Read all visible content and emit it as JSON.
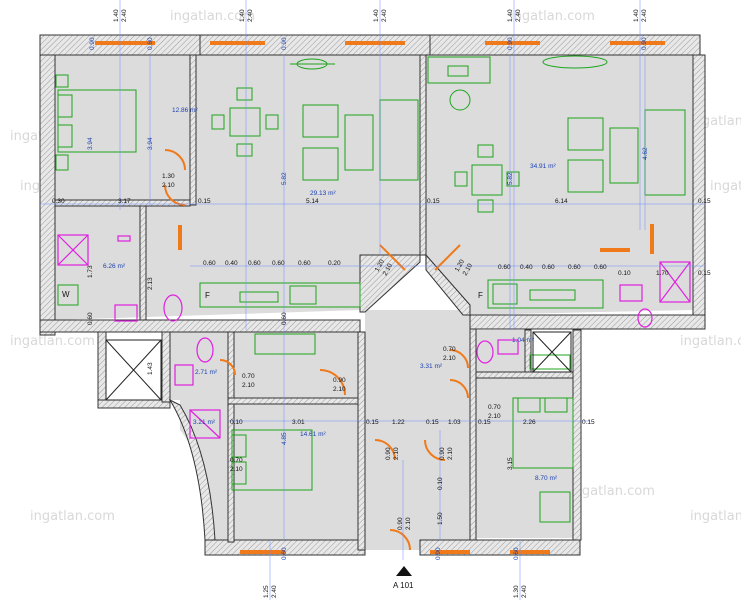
{
  "watermark": "ingatlan.com",
  "section_label": "A 101",
  "areas": {
    "bedroom_nw": "12.86 m²",
    "living_center": "29.13 m²",
    "living_east": "34.91 m²",
    "bath_west": "6.26 m²",
    "wc_small": "2.71 m²",
    "bedroom_sw": "14.61 m²",
    "bedroom_se": "8.70 m²",
    "corridor_small": "1.04 m²",
    "corner_room": "3.31 m²",
    "corridor_mid": "3.21 m²"
  },
  "top_dims": [
    {
      "a": "1.40",
      "b": "2.40"
    },
    {
      "a": "1.40",
      "b": "2.40"
    },
    {
      "a": "1.40",
      "b": "2.40"
    },
    {
      "a": "1.40",
      "b": "2.40"
    },
    {
      "a": "1.40",
      "b": "2.40"
    }
  ],
  "bottom_dims": [
    {
      "a": "1.25",
      "b": "2.40"
    },
    {
      "a": "1.30",
      "b": "2.40"
    }
  ],
  "row_dims": {
    "r1": [
      "0.30",
      "3.17",
      "0.15",
      "5.14",
      "0.15",
      "6.14",
      "0.15"
    ],
    "r2": [
      "0.60",
      "0.40",
      "0.60",
      "0.60",
      "0.60",
      "0.20",
      "0.60",
      "0.40",
      "0.60",
      "0.60",
      "0.60",
      "0.10",
      "1.70",
      "0.15"
    ],
    "r3": [
      "0.10",
      "3.01",
      "0.15",
      "1.22",
      "0.15",
      "1.03",
      "0.15",
      "2.26",
      "0.15"
    ]
  },
  "vert_dims": [
    "3.94",
    "3.94",
    "5.82",
    "5.82",
    "4.62",
    "2.13",
    "1.73",
    "1.43",
    "4.85",
    "3.15",
    "0.60",
    "0.60",
    "1.50",
    "0.10"
  ],
  "door_dims": [
    {
      "w": "1.30",
      "h": "2.10"
    },
    {
      "w": "0.90",
      "h": "2.10"
    },
    {
      "w": "0.70",
      "h": "2.10"
    },
    {
      "w": "0.70",
      "h": "2.10"
    },
    {
      "w": "0.70",
      "h": "2.10"
    },
    {
      "w": "1.20",
      "h": "2.10"
    },
    {
      "w": "1.20",
      "h": "2.10"
    },
    {
      "w": "0.90",
      "h": "2.10"
    },
    {
      "w": "0.90",
      "h": "2.10"
    },
    {
      "w": "0.90",
      "h": "2.10"
    },
    {
      "w": "0.70",
      "h": "2.10"
    }
  ],
  "sill_labels": [
    "0.90",
    "0.60",
    "0.90",
    "0.90",
    "0.90",
    "0.60",
    "0.90",
    "0.60",
    "0.90",
    "0.90"
  ],
  "appliance_label": "W",
  "fridge_label": "F",
  "fridge_label_2": "F"
}
